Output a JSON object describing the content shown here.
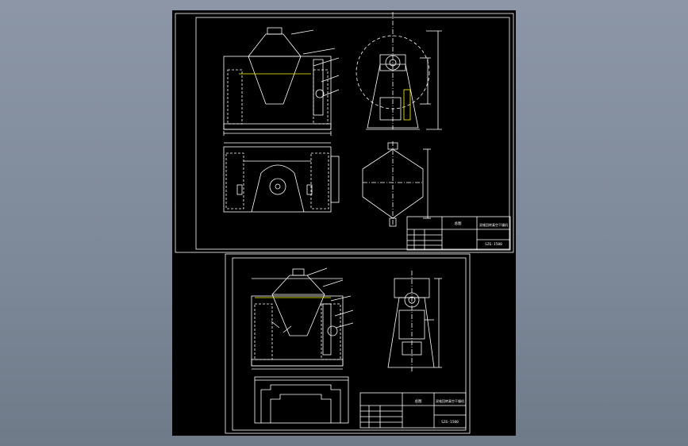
{
  "drawing": {
    "background_color": "#8591a1",
    "sheet_color": "#000000",
    "line_color": "#ffffff",
    "accent_color": "#ffff00",
    "top_sheet": {
      "title_block": {
        "drawing_name": "SZG-1500",
        "product": "双锥回转真空干燥机",
        "label": "总图"
      }
    },
    "bottom_sheet": {
      "title_block": {
        "drawing_name": "SZG-1500",
        "product": "双锥回转真空干燥机",
        "label": "总图"
      }
    }
  }
}
